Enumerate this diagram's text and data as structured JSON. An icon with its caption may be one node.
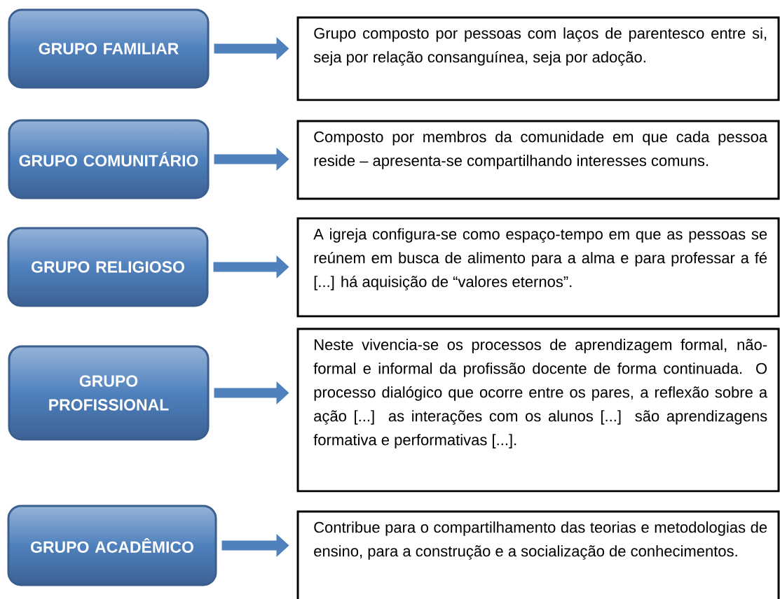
{
  "diagram": {
    "nodes": [
      {
        "text": [
          "GRUPO FAMILIAR"
        ]
      },
      {
        "text": [
          "Grupo composto por pessoas com laços de parentesco entre si, seja por relação consanguínea, seja por adoção."
        ]
      },
      {
        "text": [
          "GRUPO COMUNITÁRIO"
        ]
      },
      {
        "text": [
          "Composto por membros da comunidade em que cada pessoa reside – apresenta-se compartilhando interesses comuns."
        ]
      },
      {
        "text": [
          "GRUPO RELIGIOSO"
        ]
      },
      {
        "text": [
          "A igreja configura-se como espaço-tempo em que as pessoas se reúnem em busca de alimento para a alma e para professar a fé [...] há aquisição de “valores eternos”."
        ]
      },
      {
        "text": [
          "GRUPO PROFISSIONAL"
        ]
      },
      {
        "text": [
          "Neste vivencia-se os processos de aprendizagem formal, não-formal e informal da profissão docente de forma continuada. O processo dialógico que ocorre entre os pares, a reflexão sobre a ação [...] as interações com os alunos [...] são aprendizagens formativa e performativas [...]."
        ]
      },
      {
        "text": [
          "GRUPO ACADÊMICO"
        ]
      },
      {
        "text": [
          "Contribue para o compartilhamento das teorias e metodologias de ensino, para a construção e a socialização de conhecimentos."
        ]
      }
    ],
    "edges": [
      {
        "from": 0,
        "to": 1,
        "arrow": "to"
      },
      {
        "from": 2,
        "to": 3,
        "arrow": "to"
      },
      {
        "from": 4,
        "to": 5,
        "arrow": "to"
      },
      {
        "from": 6,
        "to": 7,
        "arrow": "to"
      },
      {
        "from": 8,
        "to": 9,
        "arrow": "to"
      }
    ]
  }
}
